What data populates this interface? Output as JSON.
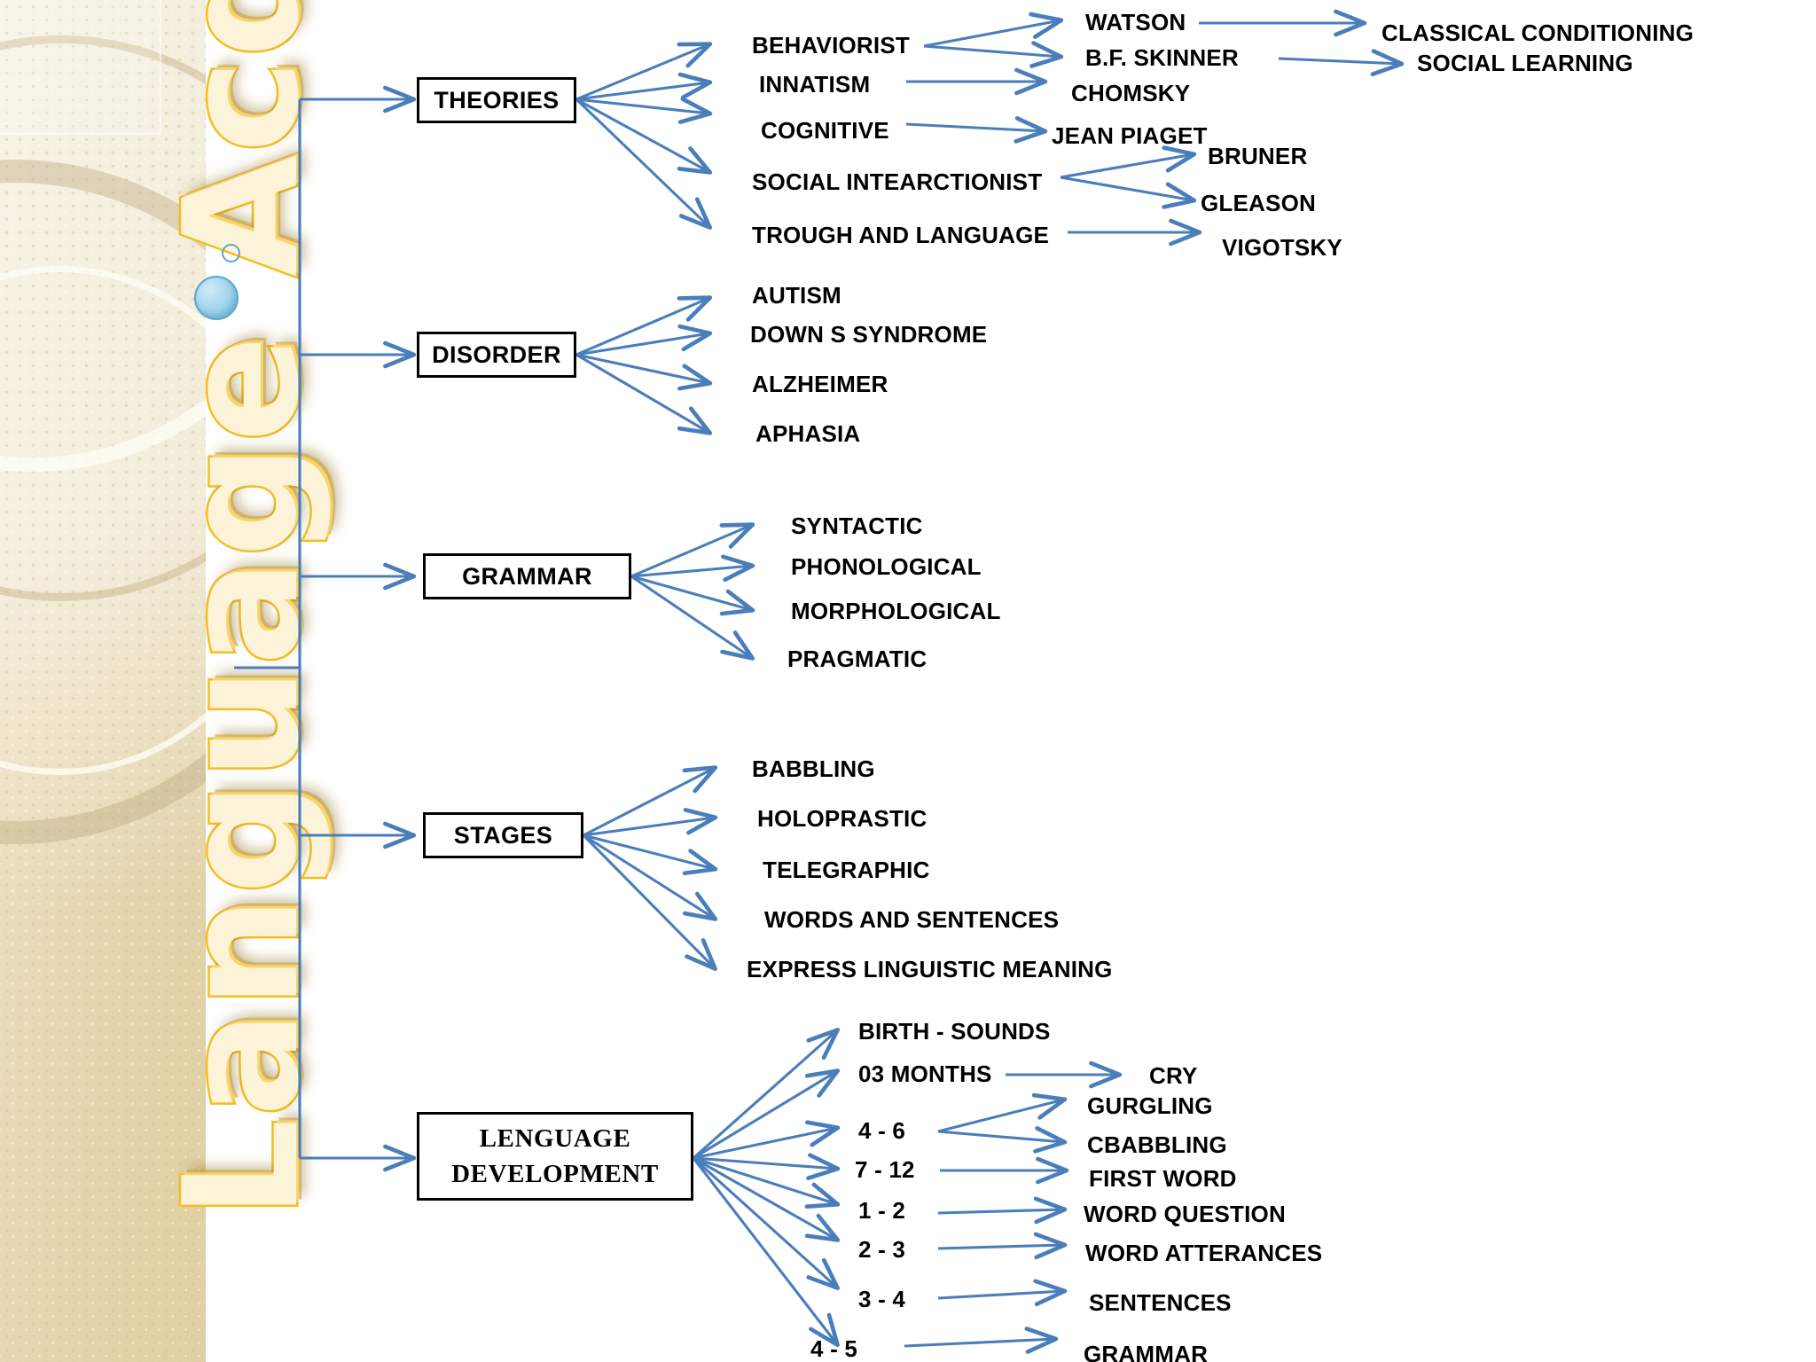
{
  "slide": {
    "vertical_title": "Language Acquisition",
    "accent_blue": "#4A7EBB",
    "box_border": "#000000",
    "title_gold": "#F6BF23",
    "title_fill": "#FDF3D8",
    "sidebar_beige": "#E7DAB6"
  },
  "branches": [
    {
      "id": "theories",
      "box_label": "THEORIES",
      "children": [
        {
          "label": "BEHAVIORIST",
          "grandchildren": [
            "WATSON",
            "B.F.  SKINNER"
          ]
        },
        {
          "label": "INNATISM",
          "grandchildren": [
            "CHOMSKY"
          ]
        },
        {
          "label": "COGNITIVE",
          "grandchildren": [
            "JEAN PIAGET"
          ]
        },
        {
          "label": "SOCIAL INTEARCTIONIST",
          "grandchildren": [
            "BRUNER",
            "GLEASON"
          ]
        },
        {
          "label": "TROUGH AND LANGUAGE",
          "grandchildren": [
            "VIGOTSKY"
          ]
        }
      ],
      "great_grandchildren": [
        "CLASSICAL CONDITIONING",
        "SOCIAL LEARNING"
      ]
    },
    {
      "id": "disorder",
      "box_label": "DISORDER",
      "children": [
        {
          "label": "AUTISM",
          "grandchildren": []
        },
        {
          "label": "DOWN  S  SYNDROME",
          "grandchildren": []
        },
        {
          "label": "ALZHEIMER",
          "grandchildren": []
        },
        {
          "label": "APHASIA",
          "grandchildren": []
        }
      ],
      "great_grandchildren": []
    },
    {
      "id": "grammar",
      "box_label": "GRAMMAR",
      "children": [
        {
          "label": "SYNTACTIC",
          "grandchildren": []
        },
        {
          "label": "PHONOLOGICAL",
          "grandchildren": []
        },
        {
          "label": "MORPHOLOGICAL",
          "grandchildren": []
        },
        {
          "label": "PRAGMATIC",
          "grandchildren": []
        }
      ],
      "great_grandchildren": []
    },
    {
      "id": "stages",
      "box_label": "STAGES",
      "children": [
        {
          "label": "BABBLING",
          "grandchildren": []
        },
        {
          "label": "HOLOPRASTIC",
          "grandchildren": []
        },
        {
          "label": "TELEGRAPHIC",
          "grandchildren": []
        },
        {
          "label": "WORDS AND SENTENCES",
          "grandchildren": []
        },
        {
          "label": "EXPRESS LINGUISTIC MEANING",
          "grandchildren": []
        }
      ],
      "great_grandchildren": []
    },
    {
      "id": "language-development",
      "box_label_line1": "LENGUAGE",
      "box_label_line2": "DEVELOPMENT",
      "children": [
        {
          "label": "BIRTH - SOUNDS",
          "grandchildren": []
        },
        {
          "label": "03 MONTHS",
          "grandchildren": [
            "CRY"
          ]
        },
        {
          "label": "4  -  6",
          "grandchildren": [
            "GURGLING",
            "CBABBLING"
          ]
        },
        {
          "label": "7  -  12",
          "grandchildren": [
            "FIRST WORD"
          ]
        },
        {
          "label": "1  -  2",
          "grandchildren": [
            "WORD QUESTION"
          ]
        },
        {
          "label": "2  -  3",
          "grandchildren": [
            "WORD ATTERANCES"
          ]
        },
        {
          "label": "3  -  4",
          "grandchildren": [
            "SENTENCES"
          ]
        },
        {
          "label": "4  -  5",
          "grandchildren": [
            "GRAMMAR"
          ]
        }
      ],
      "great_grandchildren": []
    }
  ],
  "labels": {
    "theories": {
      "behaviorist": "BEHAVIORIST",
      "innatism": "INNATISM",
      "cognitive": "COGNITIVE",
      "social_interactionist": "SOCIAL INTEARCTIONIST",
      "trough_and_language": "TROUGH AND LANGUAGE",
      "watson": "WATSON",
      "bf_skinner": "B.F.  SKINNER",
      "chomsky": "CHOMSKY",
      "jean_piaget": "JEAN PIAGET",
      "bruner": "BRUNER",
      "gleason": "GLEASON",
      "vigotsky": "VIGOTSKY",
      "classical_conditioning": "CLASSICAL CONDITIONING",
      "social_learning": "SOCIAL LEARNING",
      "box": "THEORIES"
    },
    "disorder": {
      "box": "DISORDER",
      "autism": "AUTISM",
      "down_s_syndrome": "DOWN  S  SYNDROME",
      "alzheimer": "ALZHEIMER",
      "aphasia": "APHASIA"
    },
    "grammar": {
      "box": "GRAMMAR",
      "syntactic": "SYNTACTIC",
      "phonological": "PHONOLOGICAL",
      "morphological": "MORPHOLOGICAL",
      "pragmatic": "PRAGMATIC"
    },
    "stages": {
      "box": "STAGES",
      "babbling": "BABBLING",
      "holoprastic": "HOLOPRASTIC",
      "telegraphic": "TELEGRAPHIC",
      "words_and_sentences": "WORDS AND SENTENCES",
      "express_linguistic_meaning": "EXPRESS LINGUISTIC MEANING"
    },
    "langdev": {
      "box_line1": "LENGUAGE",
      "box_line2": "DEVELOPMENT",
      "birth_sounds": "BIRTH - SOUNDS",
      "months_03": "03 MONTHS",
      "r4_6": "4  -  6",
      "r7_12": "7  -  12",
      "r1_2": "1  -  2",
      "r2_3": "2  -  3",
      "r3_4": "3  -  4",
      "r4_5": "4  -  5",
      "cry": "CRY",
      "gurgling": "GURGLING",
      "cbabbling": "CBABBLING",
      "first_word": "FIRST WORD",
      "word_question": "WORD QUESTION",
      "word_atterances": "WORD ATTERANCES",
      "sentences": "SENTENCES",
      "grammar": "GRAMMAR"
    }
  }
}
